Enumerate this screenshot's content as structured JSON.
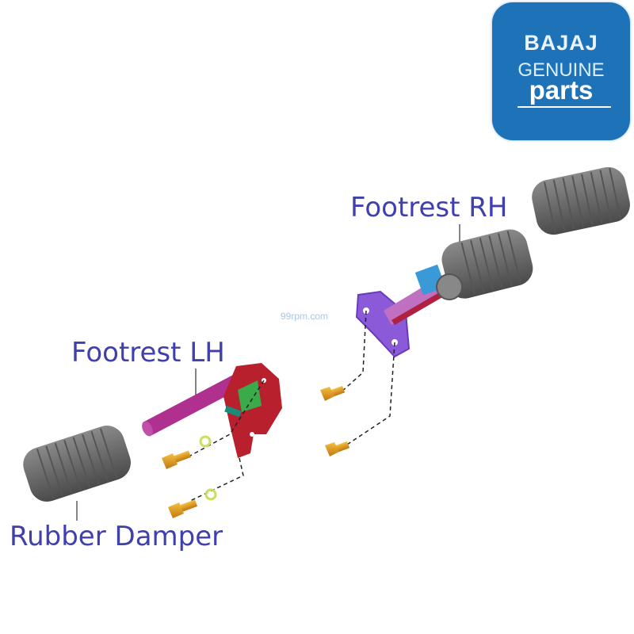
{
  "logo": {
    "brand": "BAJAJ",
    "line2": "GENUINE",
    "line3": "parts",
    "background_color": "#1e73b8"
  },
  "watermark": "99rpm.com",
  "labels": {
    "footrest_rh": "Footrest RH",
    "footrest_lh": "Footrest LH",
    "rubber_damper": "Rubber Damper"
  },
  "colors": {
    "label_text": "#3f3fae",
    "rubber": "#6e6e6e",
    "bracket_lh": "#b8202e",
    "footrest_bar": "#b03090",
    "bracket_rh": "#8a5ad8",
    "bolt": "#e09a20",
    "washer": "#c8e060"
  }
}
